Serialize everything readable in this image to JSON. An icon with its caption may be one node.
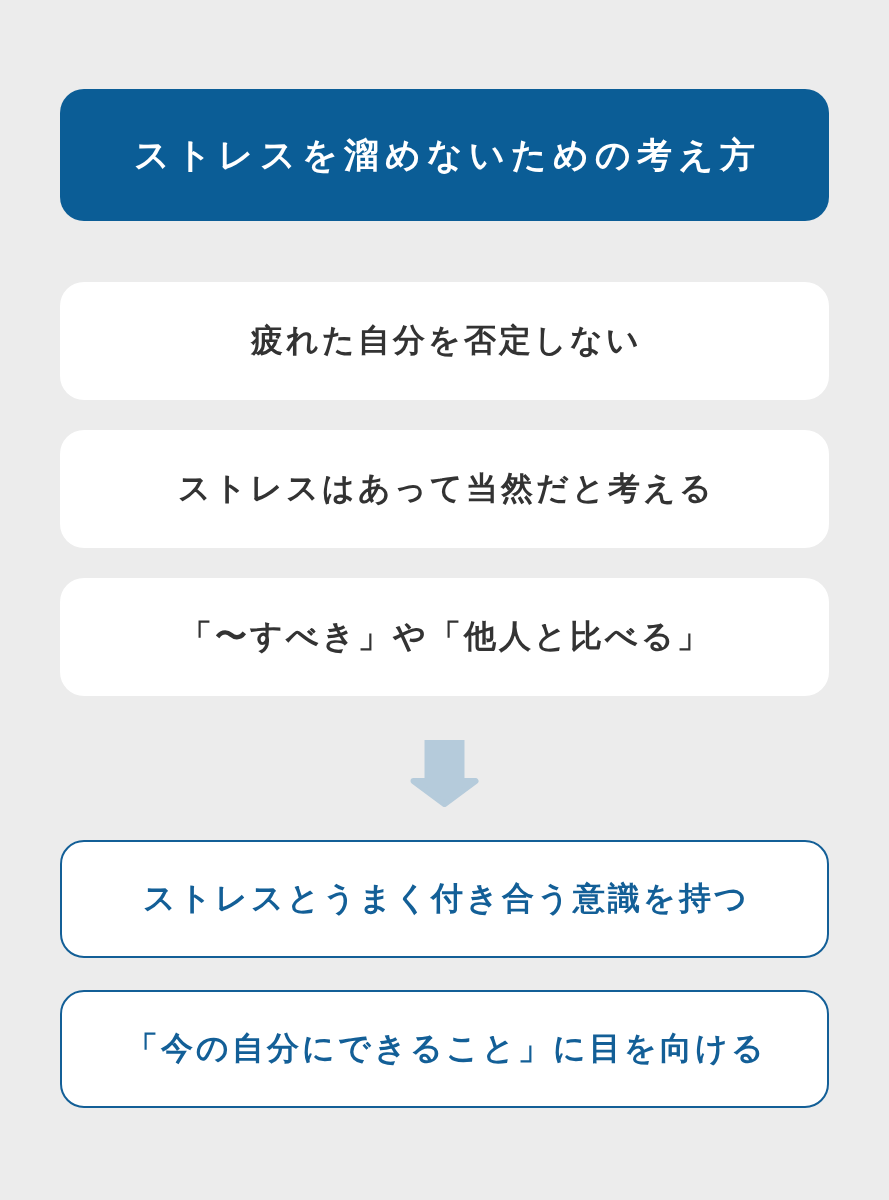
{
  "diagram": {
    "title": "ストレスを溜めないための考え方",
    "nodes": [
      {
        "text": [
          "疲れた自分を否定しない"
        ]
      },
      {
        "text": [
          "ストレスはあって当然だと考える"
        ]
      },
      {
        "text": [
          "「〜すべき」や「他人と比べる」"
        ]
      },
      {
        "text": [
          "ストレスとうまく付き合う意識を持つ"
        ]
      },
      {
        "text": [
          "「今の自分にできること」に目を向ける"
        ]
      }
    ],
    "edges": [
      {
        "from": 2,
        "to": 3,
        "arrow": "to"
      }
    ]
  }
}
